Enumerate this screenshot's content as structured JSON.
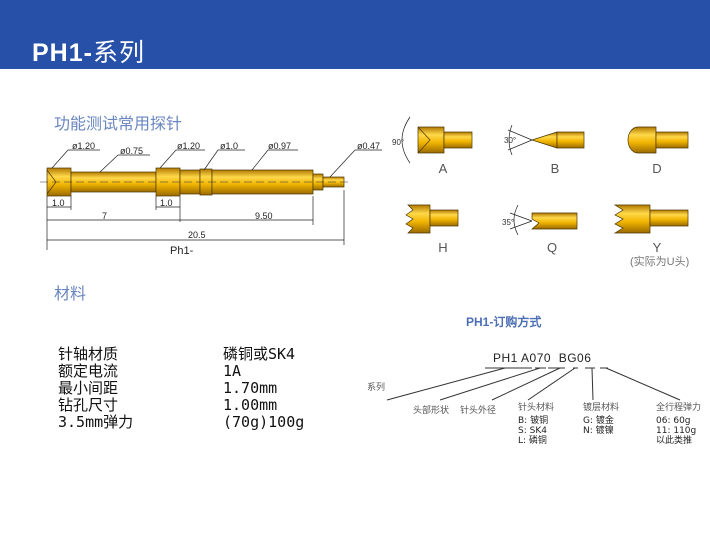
{
  "header": {
    "title_bold": "PH1-",
    "title_rest": "系列"
  },
  "probe": {
    "section_title": "功能测试常用探针",
    "diameters": [
      "ø1.20",
      "ø0.75",
      "ø1.20",
      "ø1.0",
      "ø0.97",
      "ø0.47"
    ],
    "dims": {
      "d1": "1.0",
      "d2": "1.0",
      "d3": "7",
      "d4": "9.50",
      "d5": "20.5"
    },
    "model": "Ph1-",
    "colors": {
      "gold": "#f0b400",
      "dark": "#5a4000"
    }
  },
  "tips": {
    "items": [
      {
        "label": "A",
        "angle": "90°"
      },
      {
        "label": "B",
        "angle": "30°"
      },
      {
        "label": "D"
      },
      {
        "label": "H"
      },
      {
        "label": "Q",
        "angle": "35°"
      },
      {
        "label": "Y"
      }
    ],
    "note": "(实际为U头)"
  },
  "material": {
    "section_title": "材料",
    "rows": [
      {
        "key": "针轴材质",
        "value": "磷铜或SK4"
      },
      {
        "key": "额定电流",
        "value": "1A"
      },
      {
        "key": "最小间距",
        "value": "1.70mm"
      },
      {
        "key": "钻孔尺寸",
        "value": "1.00mm"
      },
      {
        "key": "3.5mm弹力",
        "value": "(70g)100g"
      }
    ]
  },
  "order": {
    "title": "PH1-订购方式",
    "code": "PH1 A070  BG06",
    "series_label": "系列",
    "fields": [
      {
        "label": "头部形状"
      },
      {
        "label": "针头外径"
      },
      {
        "label": "针头材料",
        "options": [
          "B: 铍铜",
          "S: SK4",
          "L: 磷铜"
        ]
      },
      {
        "label": "镀层材料",
        "options": [
          "G: 镀金",
          "N: 镀镍"
        ]
      },
      {
        "label": "全行程弹力",
        "options": [
          "06: 60g",
          "11: 110g",
          "以此类推"
        ]
      }
    ]
  }
}
